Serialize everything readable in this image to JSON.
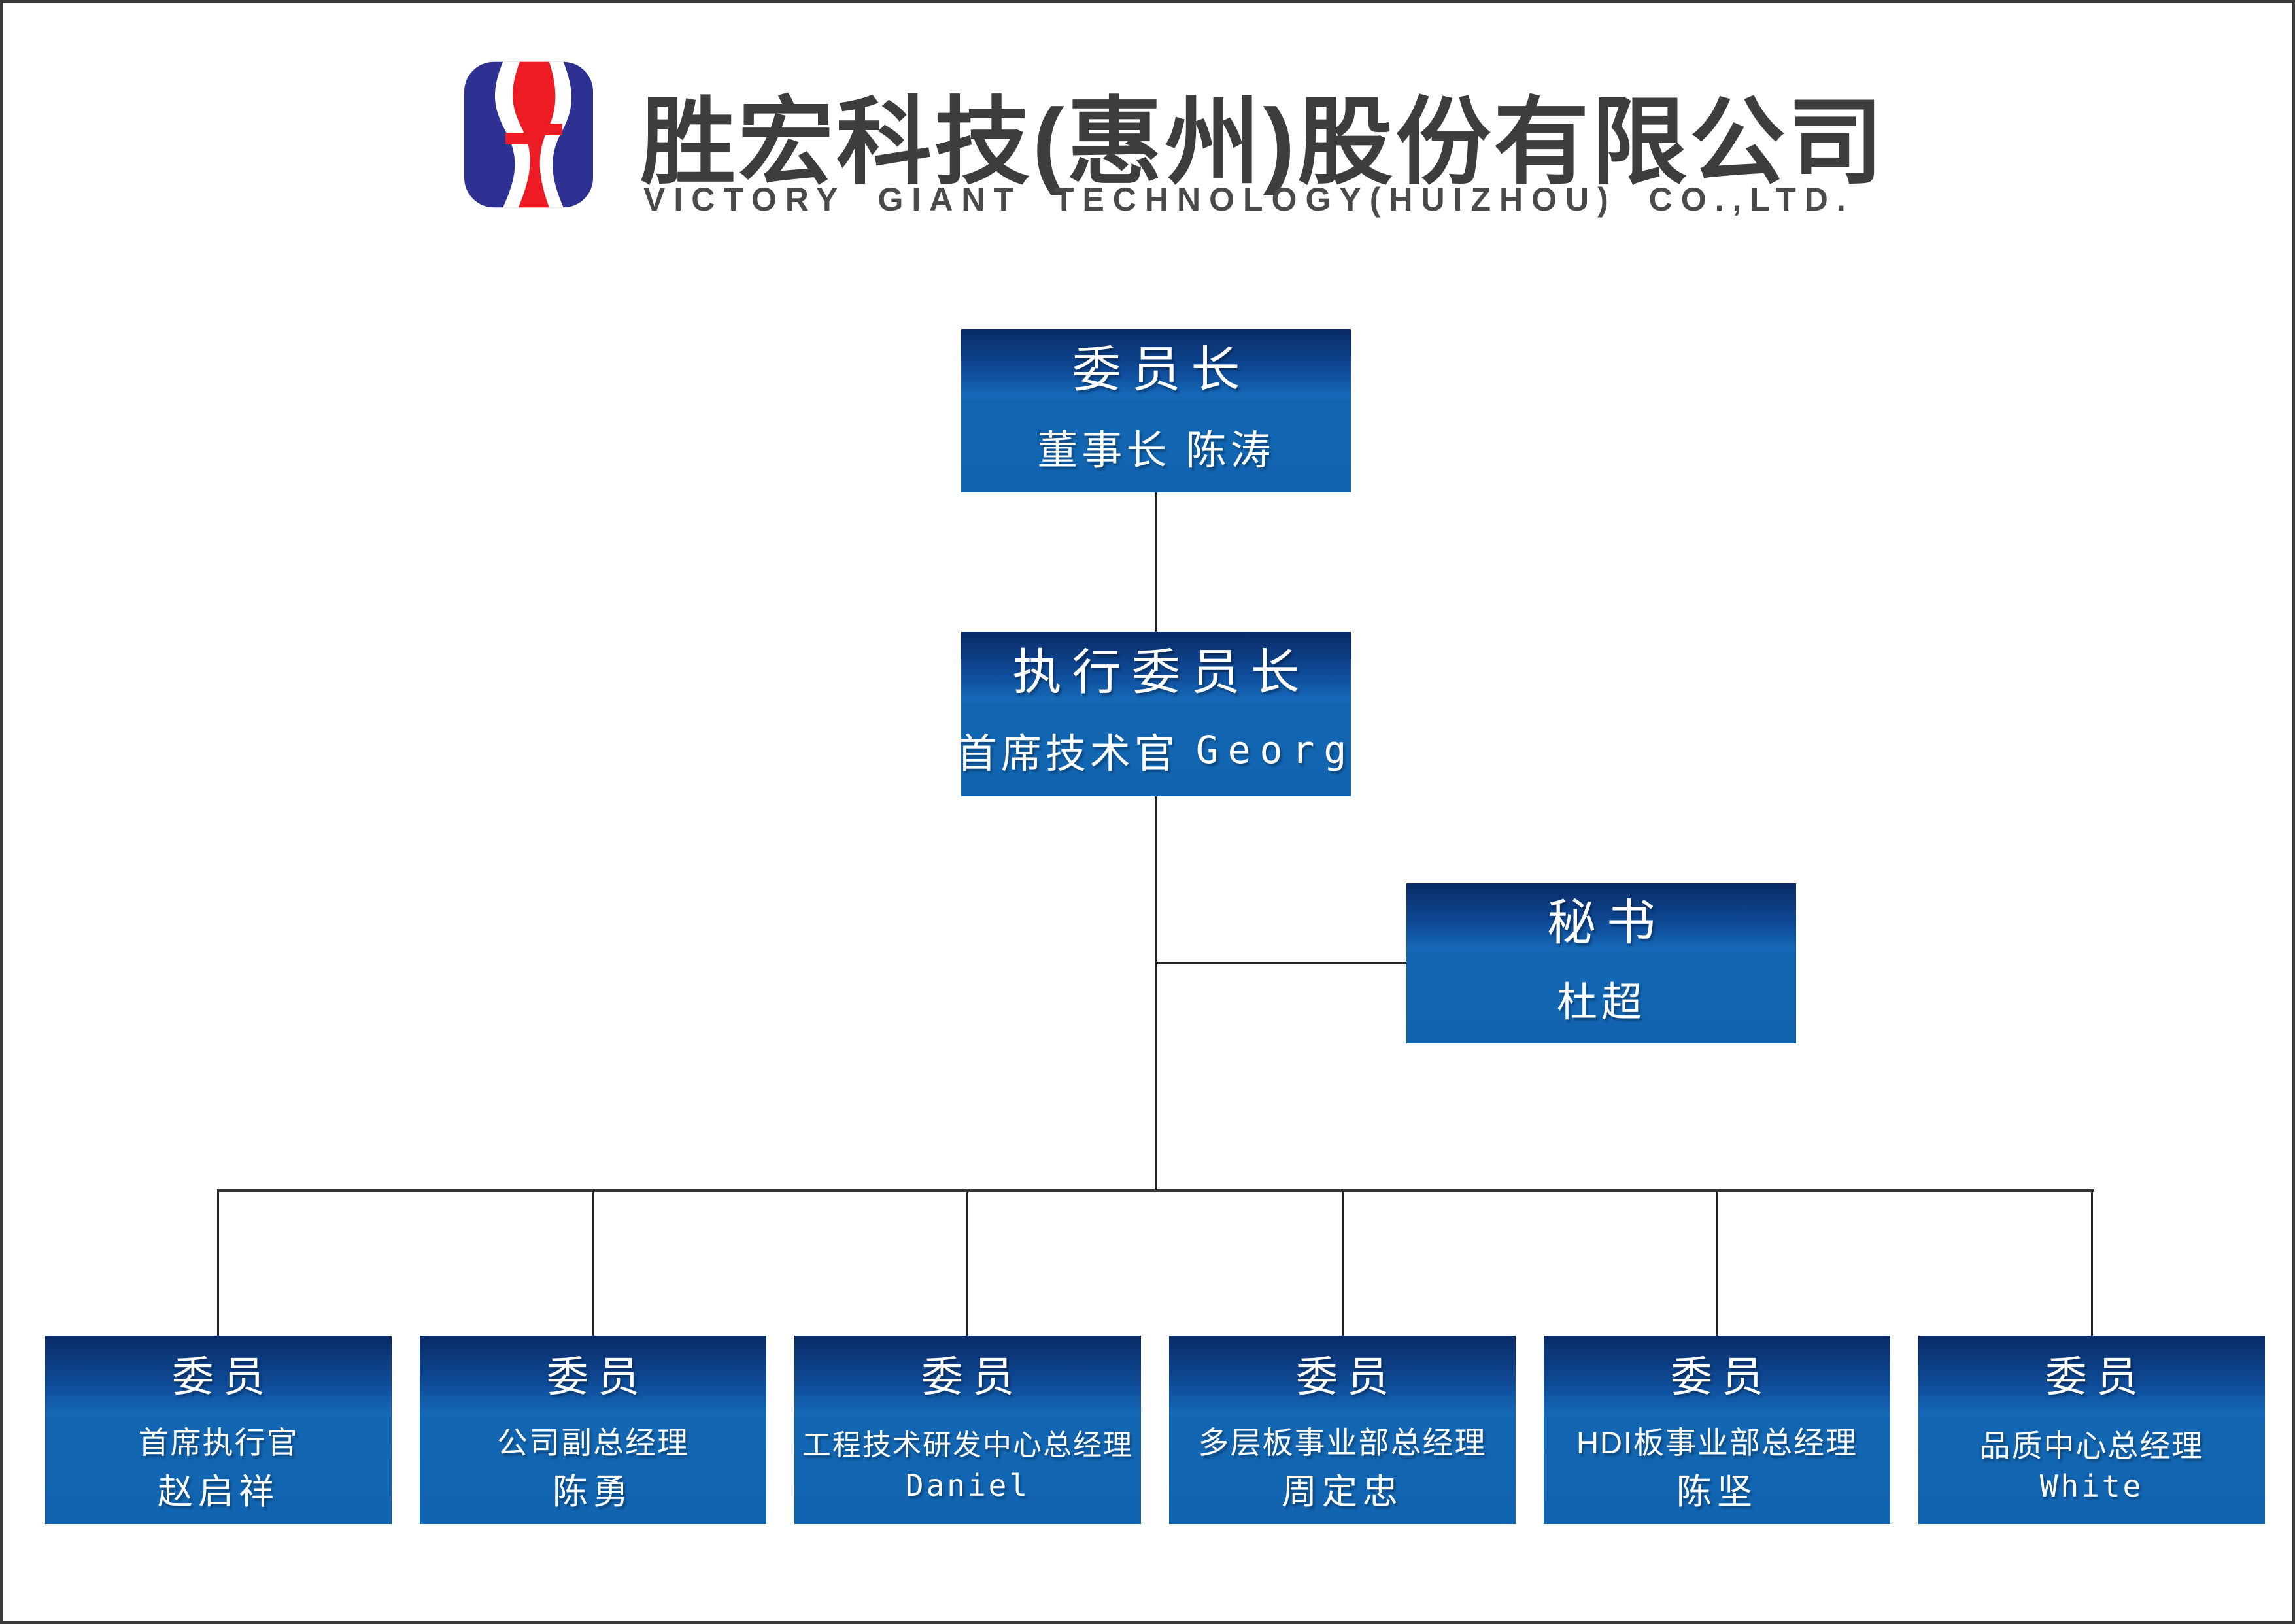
{
  "header": {
    "company_name_zh": "胜宏科技(惠州)股份有限公司",
    "company_name_en": "VICTORY GIANT TECHNOLOGY(HUIZHOU) CO.,LTD."
  },
  "org_chart": {
    "root": {
      "title": "委员长",
      "subtitle": "董事长 陈涛"
    },
    "executive": {
      "title": "执行委员长",
      "subtitle_zh": "首席技术官",
      "subtitle_en": "Georg"
    },
    "secretary": {
      "title": "秘书",
      "subtitle": "杜超"
    },
    "members": [
      {
        "title": "委员",
        "role": "首席执行官",
        "name": "赵启祥"
      },
      {
        "title": "委员",
        "role": "公司副总经理",
        "name": "陈勇"
      },
      {
        "title": "委员",
        "role": "工程技术研发中心总经理",
        "name": "Daniel"
      },
      {
        "title": "委员",
        "role": "多层板事业部总经理",
        "name": "周定忠"
      },
      {
        "title": "委员",
        "role": "HDI板事业部总经理",
        "name": "陈坚"
      },
      {
        "title": "委员",
        "role": "品质中心总经理",
        "name": "White"
      }
    ]
  },
  "colors": {
    "brand_blue": "#2e3192",
    "brand_red": "#ed1c24",
    "box_gradient_top": "#0a2b66",
    "box_gradient_mid": "#1568b8",
    "box_flat_bottom": "#1164b0",
    "connector_line": "#222222",
    "page_border": "#3a3a3a",
    "title_text": "#3d3d3d"
  }
}
